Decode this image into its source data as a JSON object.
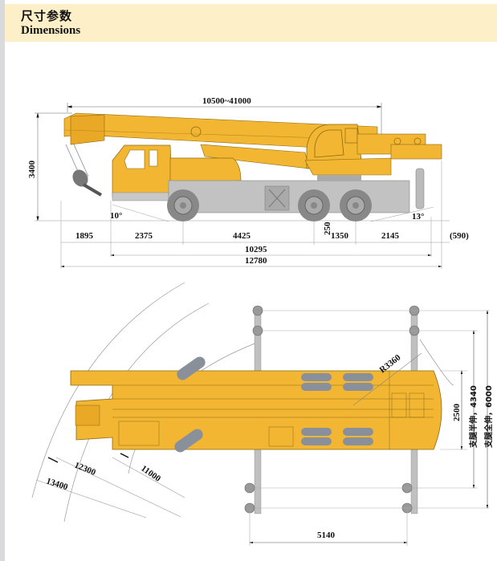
{
  "header": {
    "title_cn": "尺寸参数",
    "title_en": "Dimensions"
  },
  "side_view": {
    "boom_length": "10500~41000",
    "height": "3400",
    "approach_angle": "10°",
    "departure_angle": "13°",
    "ground_clearance": "250",
    "segments": [
      "1895",
      "2375",
      "4425",
      "1350",
      "2145",
      "(590)"
    ],
    "wheelbase_total": "10295",
    "overall_length": "12780"
  },
  "top_view": {
    "tail_radius": "R3360",
    "width": "2500",
    "outrigger_half_label": "支腿半伸，4340",
    "outrigger_full_label": "支腿全伸，6000",
    "outrigger_span_longitudinal": "5140",
    "radius_1": "11000",
    "radius_2": "12300",
    "radius_3": "13400"
  },
  "colors": {
    "crane_yellow": "#f2b632",
    "chassis_gray": "#b8b8b8",
    "header_bg": "#fdf0c8"
  }
}
